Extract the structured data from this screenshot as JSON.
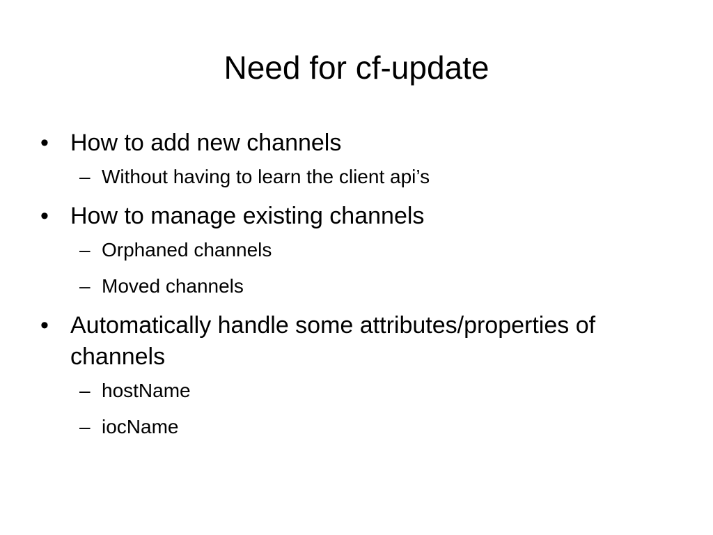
{
  "slide": {
    "title": "Need for cf-update",
    "bullet_marker": "•",
    "sub_marker": "–",
    "items": [
      {
        "text": "How to add new channels",
        "subitems": [
          "Without having to learn the client api’s"
        ]
      },
      {
        "text": "How to manage existing channels",
        "subitems": [
          "Orphaned channels",
          "Moved channels"
        ]
      },
      {
        "text": "Automatically handle some attributes/properties of channels",
        "subitems": [
          "hostName",
          "iocName"
        ]
      }
    ]
  }
}
